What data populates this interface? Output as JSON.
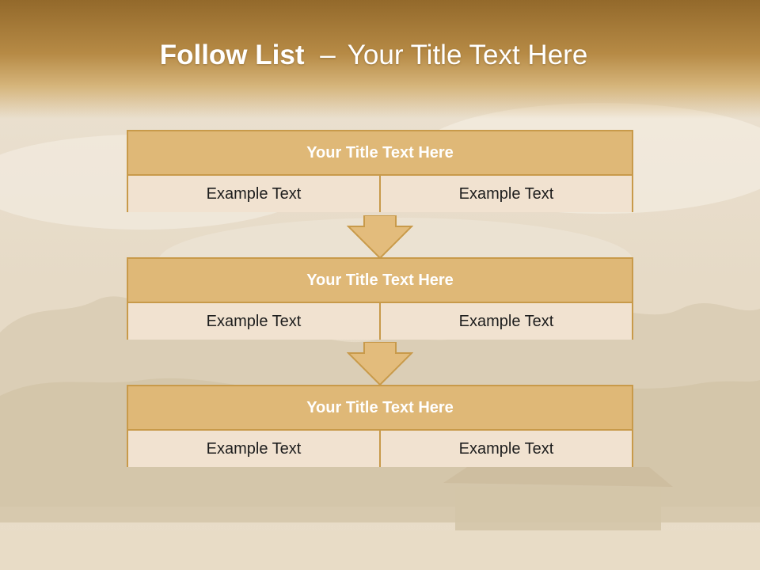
{
  "header": {
    "title_bold": "Follow List",
    "title_sep": "–",
    "title_rest": "Your Title Text Here"
  },
  "colors": {
    "header_brown": "#93692b",
    "title_fill": "#dfb877",
    "border_gold": "#c89a4a",
    "cell_fill": "#f1e2d0",
    "arrow_fill": "#e3bc7c"
  },
  "icons": [
    "down-arrow-icon"
  ],
  "steps": [
    {
      "title": "Your Title Text Here",
      "left": "Example Text",
      "right": "Example Text"
    },
    {
      "title": "Your Title Text Here",
      "left": "Example Text",
      "right": "Example Text"
    },
    {
      "title": "Your Title Text Here",
      "left": "Example Text",
      "right": "Example Text"
    }
  ]
}
